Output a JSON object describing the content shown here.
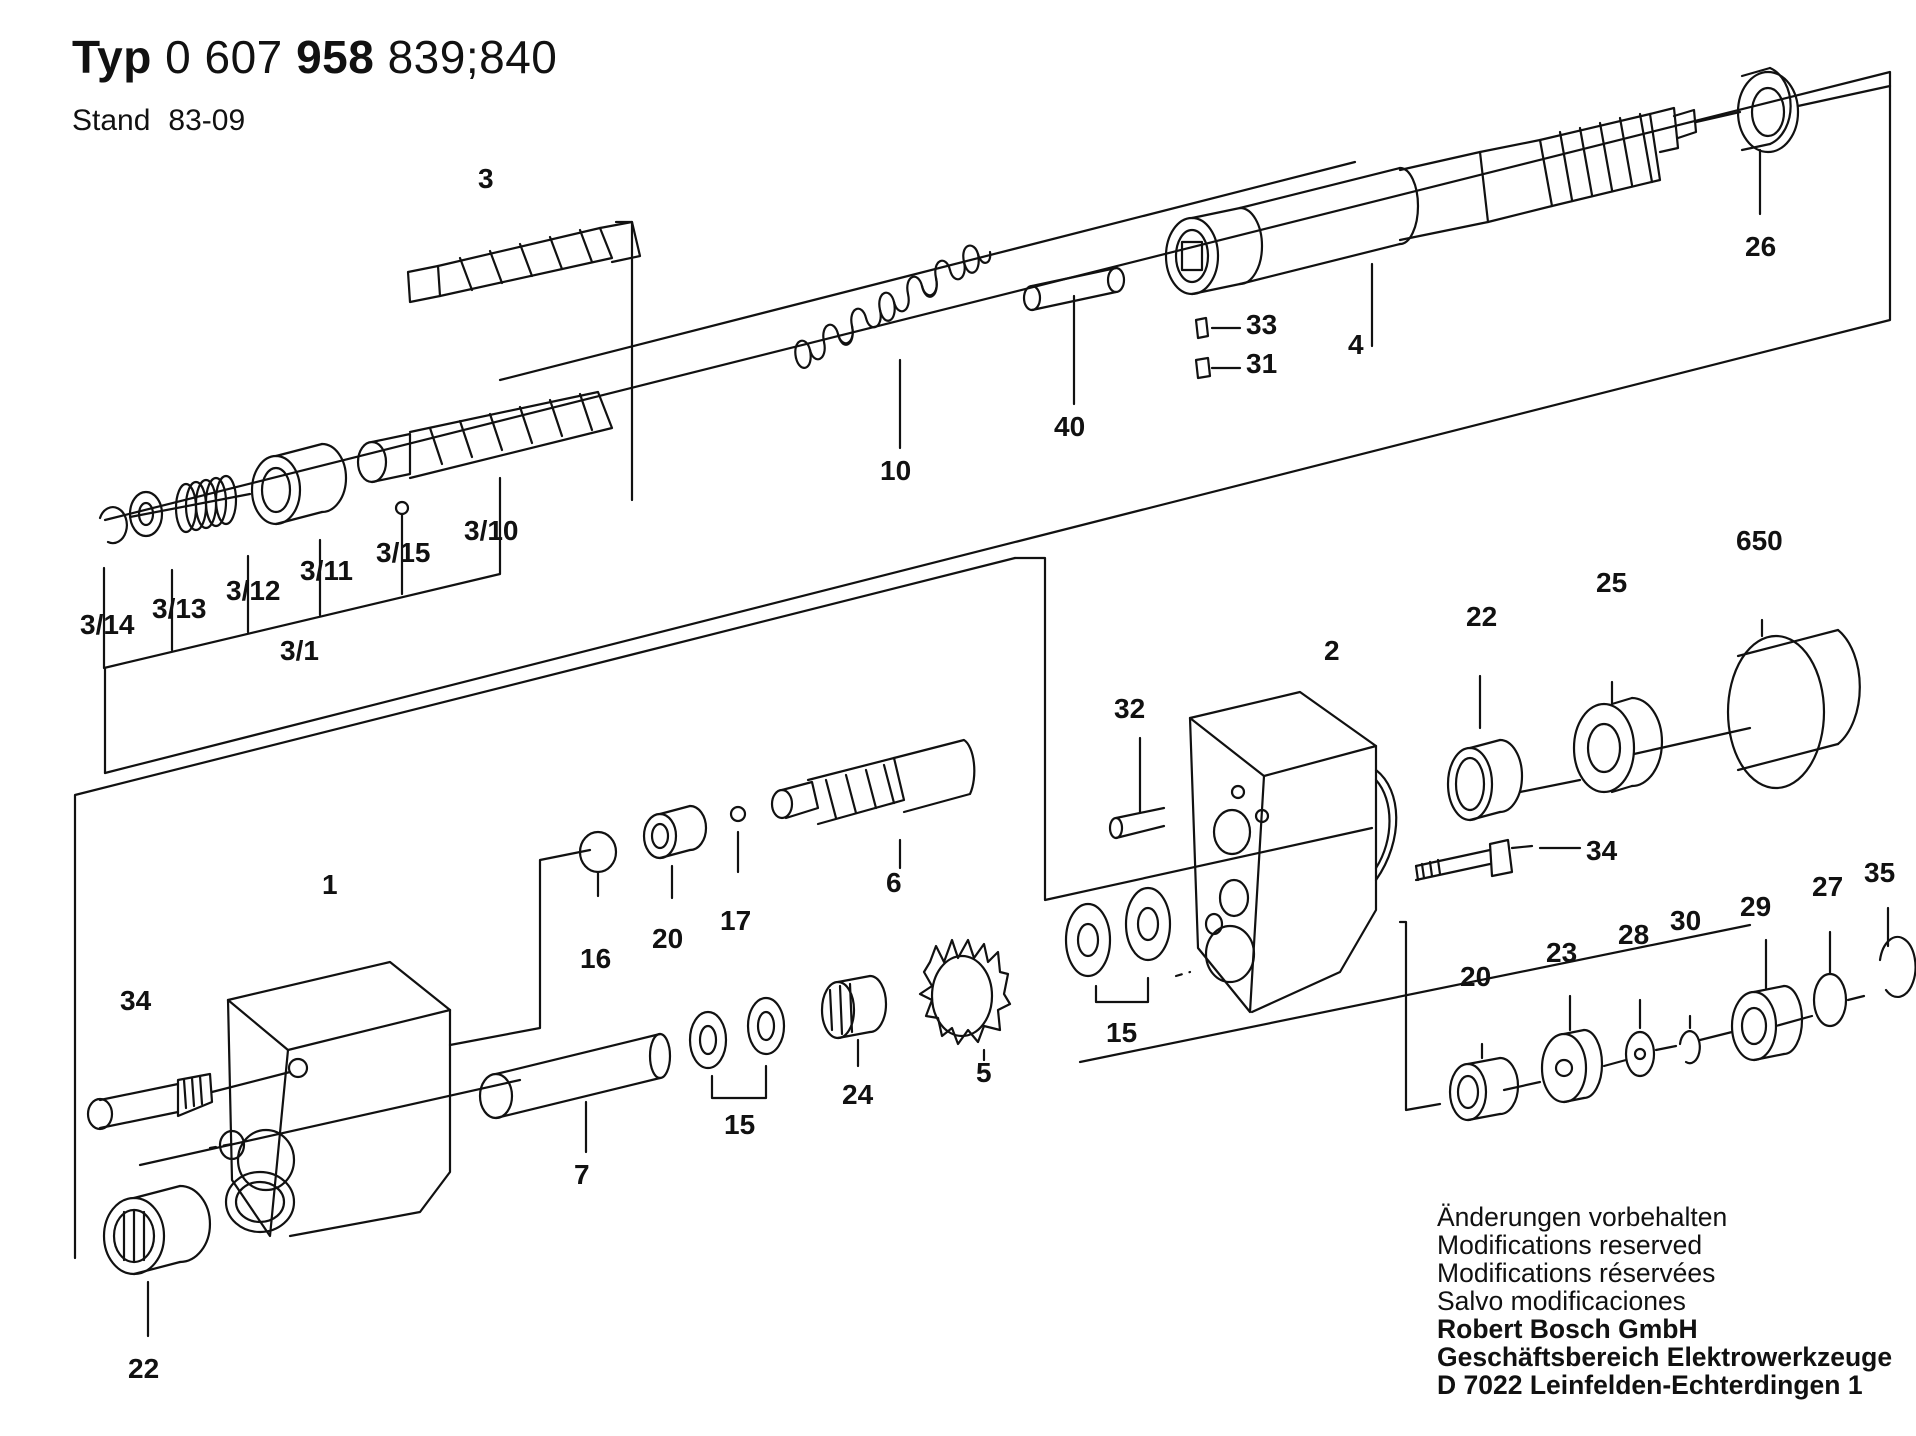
{
  "header": {
    "typ_word": "Typ",
    "typ_a": "0 607",
    "typ_b": "958",
    "typ_c": "839;840",
    "stand_word": "Stand",
    "stand_value": "83-09"
  },
  "callouts": {
    "p3": "3",
    "p26": "26",
    "p33": "33",
    "p31": "31",
    "p4": "4",
    "p40": "40",
    "p10": "10",
    "p3_10": "3/10",
    "p3_15": "3/15",
    "p3_11": "3/11",
    "p3_12": "3/12",
    "p3_13": "3/13",
    "p3_14": "3/14",
    "p3_1": "3/1",
    "p650": "650",
    "p25": "25",
    "p22_top": "22",
    "p2": "2",
    "p32": "32",
    "p34_right": "34",
    "p6": "6",
    "p17": "17",
    "p20_mid": "20",
    "p16": "16",
    "p1": "1",
    "p34_left": "34",
    "p15_right": "15",
    "p15_mid": "15",
    "p24": "24",
    "p5": "5",
    "p7": "7",
    "p22_bottom": "22",
    "p35": "35",
    "p27": "27",
    "p29": "29",
    "p30": "30",
    "p28": "28",
    "p23": "23",
    "p20_right": "20"
  },
  "notice": {
    "line_de": "Änderungen vorbehalten",
    "line_en": "Modifications reserved",
    "line_fr": "Modifications réservées",
    "line_es": "Salvo modificaciones",
    "company": "Robert Bosch GmbH",
    "division": "Geschäftsbereich Elektrowerkzeuge",
    "address": "D 7022 Leinfelden-Echterdingen 1"
  }
}
